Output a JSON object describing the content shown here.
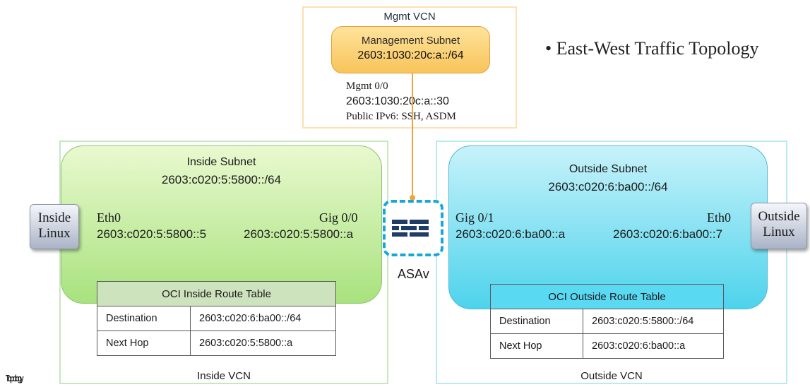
{
  "colors": {
    "mgmt": "#f7c45a",
    "inside": "#a8e27e",
    "outside": "#4dd3ec",
    "firewall": "#17a8d8"
  },
  "mgmt_vcn": {
    "title": "Mgmt VCN",
    "subnet_name": "Management Subnet",
    "subnet_cidr": "2603:1030:20c:a::/64",
    "iface_name": "Mgmt 0/0",
    "iface_ip": "2603:1030:20c:a::30",
    "access": "Public IPv6: SSH, ASDM"
  },
  "topology_label": "• East-West Traffic Topology",
  "inside_vcn": {
    "title": "Inside VCN",
    "subnet_name": "Inside Subnet",
    "subnet_cidr": "2603:c020:5:5800::/64",
    "host": "Inside\nLinux",
    "eth_name": "Eth0",
    "eth_ip": "2603:c020:5:5800::5",
    "gig_name": "Gig 0/0",
    "gig_ip": "2603:c020:5:5800::a",
    "route_table": {
      "title": "OCI Inside Route Table",
      "rows": [
        [
          "Destination",
          "2603:c020:6:ba00::/64"
        ],
        [
          "Next Hop",
          "2603:c020:5:5800::a"
        ]
      ]
    }
  },
  "outside_vcn": {
    "title": "Outside VCN",
    "subnet_name": "Outside Subnet",
    "subnet_cidr": "2603:c020:6:ba00::/64",
    "host": "Outside\nLinux",
    "gig_name": "Gig 0/1",
    "gig_ip": "2603:c020:6:ba00::a",
    "eth_name": "Eth0",
    "eth_ip": "2603:c020:6:ba00::7",
    "route_table": {
      "title": "OCI Outside Route Table",
      "rows": [
        [
          "Destination",
          "2603:c020:5:5800::/64"
        ],
        [
          "Next Hop",
          "2603:c020:6:ba00::a"
        ]
      ]
    }
  },
  "firewall": {
    "label": "ASAv",
    "icon": "firewall-brick-icon"
  },
  "footer_glyph": "Topology"
}
